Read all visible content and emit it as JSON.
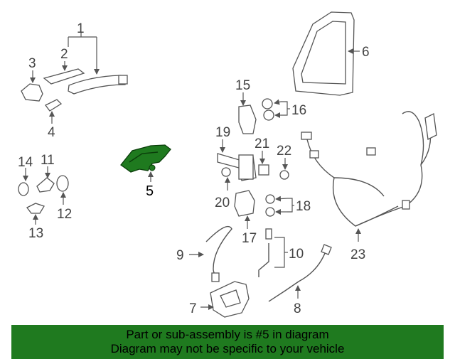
{
  "callouts": {
    "c1": "1",
    "c2": "2",
    "c3": "3",
    "c4": "4",
    "c5": "5",
    "c6": "6",
    "c7": "7",
    "c8": "8",
    "c9": "9",
    "c10": "10",
    "c11": "11",
    "c12": "12",
    "c13": "13",
    "c14": "14",
    "c15": "15",
    "c16": "16",
    "c17": "17",
    "c18": "18",
    "c19": "19",
    "c20": "20",
    "c21": "21",
    "c22": "22",
    "c23": "23"
  },
  "highlight_color": "#1f7a1f",
  "banner": {
    "line1": "Part or sub-assembly is #5 in diagram",
    "line2": "Diagram may not be specific to your vehicle"
  }
}
